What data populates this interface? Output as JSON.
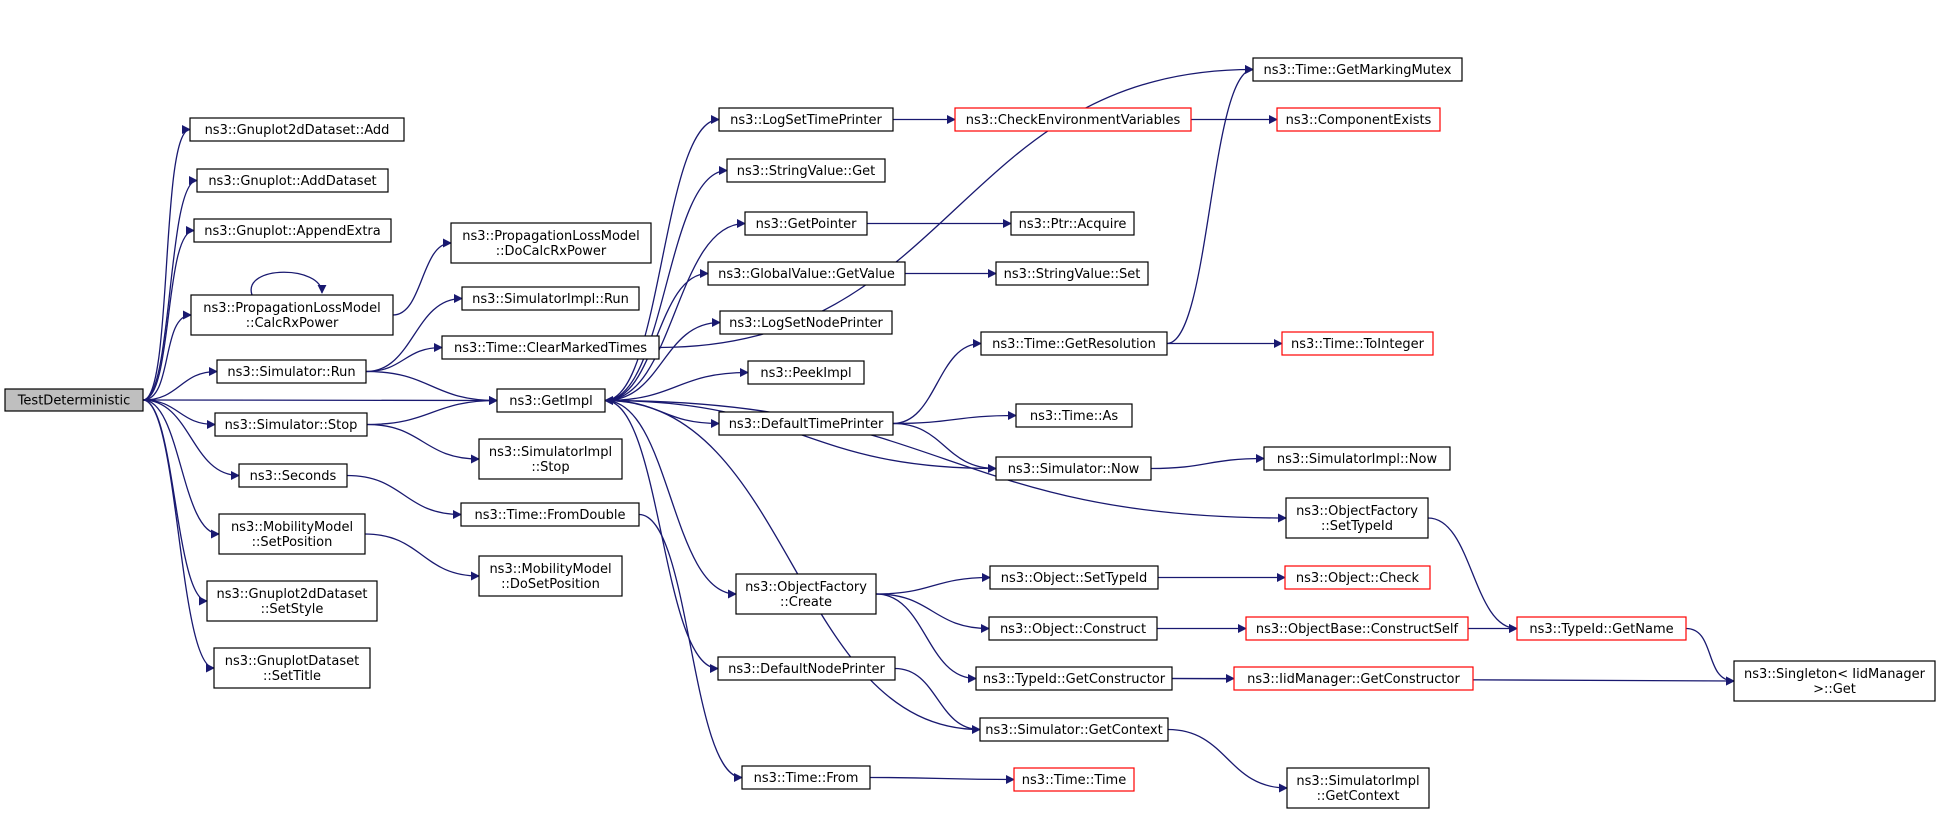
{
  "colors": {
    "edge": "#191970",
    "node_border": "#000000",
    "node_border_truncated": "#ff0000",
    "node_fill": "#ffffff",
    "root_fill": "#bfbfbf"
  },
  "nodes": [
    {
      "id": "root",
      "lines": [
        "TestDeterministic"
      ],
      "kind": "root"
    },
    {
      "id": "gp2dAdd",
      "lines": [
        "ns3::Gnuplot2dDataset::Add"
      ],
      "kind": "normal"
    },
    {
      "id": "gpAddDataset",
      "lines": [
        "ns3::Gnuplot::AddDataset"
      ],
      "kind": "normal"
    },
    {
      "id": "gpAppendExtra",
      "lines": [
        "ns3::Gnuplot::AppendExtra"
      ],
      "kind": "normal"
    },
    {
      "id": "calcRx",
      "lines": [
        "ns3::PropagationLossModel",
        "::CalcRxPower"
      ],
      "kind": "normal"
    },
    {
      "id": "simRun",
      "lines": [
        "ns3::Simulator::Run"
      ],
      "kind": "normal"
    },
    {
      "id": "simStop",
      "lines": [
        "ns3::Simulator::Stop"
      ],
      "kind": "normal"
    },
    {
      "id": "seconds",
      "lines": [
        "ns3::Seconds"
      ],
      "kind": "normal"
    },
    {
      "id": "mmSetPos",
      "lines": [
        "ns3::MobilityModel",
        "::SetPosition"
      ],
      "kind": "normal"
    },
    {
      "id": "gp2dSetStyle",
      "lines": [
        "ns3::Gnuplot2dDataset",
        "::SetStyle"
      ],
      "kind": "normal"
    },
    {
      "id": "gpdSetTitle",
      "lines": [
        "ns3::GnuplotDataset",
        "::SetTitle"
      ],
      "kind": "normal"
    },
    {
      "id": "doCalcRx",
      "lines": [
        "ns3::PropagationLossModel",
        "::DoCalcRxPower"
      ],
      "kind": "normal"
    },
    {
      "id": "simImplRun",
      "lines": [
        "ns3::SimulatorImpl::Run"
      ],
      "kind": "normal"
    },
    {
      "id": "clearMarked",
      "lines": [
        "ns3::Time::ClearMarkedTimes"
      ],
      "kind": "normal"
    },
    {
      "id": "getImpl",
      "lines": [
        "ns3::GetImpl"
      ],
      "kind": "normal"
    },
    {
      "id": "simImplStop",
      "lines": [
        "ns3::SimulatorImpl",
        "::Stop"
      ],
      "kind": "normal"
    },
    {
      "id": "fromDouble",
      "lines": [
        "ns3::Time::FromDouble"
      ],
      "kind": "normal"
    },
    {
      "id": "mmDoSetPos",
      "lines": [
        "ns3::MobilityModel",
        "::DoSetPosition"
      ],
      "kind": "normal"
    },
    {
      "id": "logSetTime",
      "lines": [
        "ns3::LogSetTimePrinter"
      ],
      "kind": "normal"
    },
    {
      "id": "strValGet",
      "lines": [
        "ns3::StringValue::Get"
      ],
      "kind": "normal"
    },
    {
      "id": "getPointer",
      "lines": [
        "ns3::GetPointer"
      ],
      "kind": "normal"
    },
    {
      "id": "gvGetValue",
      "lines": [
        "ns3::GlobalValue::GetValue"
      ],
      "kind": "normal"
    },
    {
      "id": "logSetNode",
      "lines": [
        "ns3::LogSetNodePrinter"
      ],
      "kind": "normal"
    },
    {
      "id": "peekImpl",
      "lines": [
        "ns3::PeekImpl"
      ],
      "kind": "normal"
    },
    {
      "id": "defTimePrinter",
      "lines": [
        "ns3::DefaultTimePrinter"
      ],
      "kind": "normal"
    },
    {
      "id": "ofCreate",
      "lines": [
        "ns3::ObjectFactory",
        "::Create"
      ],
      "kind": "normal"
    },
    {
      "id": "defNodePrinter",
      "lines": [
        "ns3::DefaultNodePrinter"
      ],
      "kind": "normal"
    },
    {
      "id": "timeFrom",
      "lines": [
        "ns3::Time::From"
      ],
      "kind": "normal"
    },
    {
      "id": "checkEnv",
      "lines": [
        "ns3::CheckEnvironmentVariables"
      ],
      "kind": "truncated"
    },
    {
      "id": "ptrAcquire",
      "lines": [
        "ns3::Ptr::Acquire"
      ],
      "kind": "normal"
    },
    {
      "id": "strValSet",
      "lines": [
        "ns3::StringValue::Set"
      ],
      "kind": "normal"
    },
    {
      "id": "getResolution",
      "lines": [
        "ns3::Time::GetResolution"
      ],
      "kind": "normal"
    },
    {
      "id": "timeAs",
      "lines": [
        "ns3::Time::As"
      ],
      "kind": "normal"
    },
    {
      "id": "simNow",
      "lines": [
        "ns3::Simulator::Now"
      ],
      "kind": "normal"
    },
    {
      "id": "objSetTypeId",
      "lines": [
        "ns3::Object::SetTypeId"
      ],
      "kind": "normal"
    },
    {
      "id": "objConstruct",
      "lines": [
        "ns3::Object::Construct"
      ],
      "kind": "normal"
    },
    {
      "id": "tidGetCtor",
      "lines": [
        "ns3::TypeId::GetConstructor"
      ],
      "kind": "normal"
    },
    {
      "id": "simGetContext",
      "lines": [
        "ns3::Simulator::GetContext"
      ],
      "kind": "normal"
    },
    {
      "id": "timeTime",
      "lines": [
        "ns3::Time::Time"
      ],
      "kind": "truncated"
    },
    {
      "id": "getMarkingMutex",
      "lines": [
        "ns3::Time::GetMarkingMutex"
      ],
      "kind": "normal"
    },
    {
      "id": "compExists",
      "lines": [
        "ns3::ComponentExists"
      ],
      "kind": "truncated"
    },
    {
      "id": "toInteger",
      "lines": [
        "ns3::Time::ToInteger"
      ],
      "kind": "truncated"
    },
    {
      "id": "simImplNow",
      "lines": [
        "ns3::SimulatorImpl::Now"
      ],
      "kind": "normal"
    },
    {
      "id": "ofSetTypeId",
      "lines": [
        "ns3::ObjectFactory",
        "::SetTypeId"
      ],
      "kind": "normal"
    },
    {
      "id": "objCheck",
      "lines": [
        "ns3::Object::Check"
      ],
      "kind": "truncated"
    },
    {
      "id": "objBaseCtorSelf",
      "lines": [
        "ns3::ObjectBase::ConstructSelf"
      ],
      "kind": "truncated"
    },
    {
      "id": "iidGetCtor",
      "lines": [
        "ns3::IidManager::GetConstructor"
      ],
      "kind": "truncated"
    },
    {
      "id": "simImplGetContext",
      "lines": [
        "ns3::SimulatorImpl",
        "::GetContext"
      ],
      "kind": "normal"
    },
    {
      "id": "tidGetName",
      "lines": [
        "ns3::TypeId::GetName"
      ],
      "kind": "truncated"
    },
    {
      "id": "singletonGet",
      "lines": [
        "ns3::Singleton< IidManager",
        " >::Get"
      ],
      "kind": "normal"
    }
  ],
  "edges": [
    [
      "root",
      "gp2dAdd"
    ],
    [
      "root",
      "gpAddDataset"
    ],
    [
      "root",
      "gpAppendExtra"
    ],
    [
      "root",
      "calcRx"
    ],
    [
      "root",
      "simRun"
    ],
    [
      "root",
      "getImpl"
    ],
    [
      "root",
      "simStop"
    ],
    [
      "root",
      "seconds"
    ],
    [
      "root",
      "mmSetPos"
    ],
    [
      "root",
      "gp2dSetStyle"
    ],
    [
      "root",
      "gpdSetTitle"
    ],
    [
      "calcRx",
      "calcRx"
    ],
    [
      "calcRx",
      "doCalcRx"
    ],
    [
      "simRun",
      "simImplRun"
    ],
    [
      "simRun",
      "clearMarked"
    ],
    [
      "simRun",
      "getImpl"
    ],
    [
      "simStop",
      "getImpl"
    ],
    [
      "simStop",
      "simImplStop"
    ],
    [
      "seconds",
      "fromDouble"
    ],
    [
      "mmSetPos",
      "mmDoSetPos"
    ],
    [
      "fromDouble",
      "timeFrom"
    ],
    [
      "clearMarked",
      "getMarkingMutex"
    ],
    [
      "getImpl",
      "logSetTime"
    ],
    [
      "getImpl",
      "strValGet"
    ],
    [
      "getImpl",
      "getPointer"
    ],
    [
      "getImpl",
      "gvGetValue"
    ],
    [
      "getImpl",
      "logSetNode"
    ],
    [
      "getImpl",
      "peekImpl"
    ],
    [
      "getImpl",
      "defTimePrinter"
    ],
    [
      "getImpl",
      "ofCreate"
    ],
    [
      "getImpl",
      "defNodePrinter"
    ],
    [
      "getImpl",
      "ofSetTypeId"
    ],
    [
      "logSetTime",
      "checkEnv"
    ],
    [
      "checkEnv",
      "compExists"
    ],
    [
      "getPointer",
      "ptrAcquire"
    ],
    [
      "gvGetValue",
      "strValSet"
    ],
    [
      "defTimePrinter",
      "getResolution"
    ],
    [
      "defTimePrinter",
      "timeAs"
    ],
    [
      "defTimePrinter",
      "simNow"
    ],
    [
      "getResolution",
      "getMarkingMutex"
    ],
    [
      "getResolution",
      "toInteger"
    ],
    [
      "simNow",
      "getImpl"
    ],
    [
      "simNow",
      "simImplNow"
    ],
    [
      "ofCreate",
      "objSetTypeId"
    ],
    [
      "ofCreate",
      "objConstruct"
    ],
    [
      "ofCreate",
      "tidGetCtor"
    ],
    [
      "objSetTypeId",
      "objCheck"
    ],
    [
      "objConstruct",
      "objBaseCtorSelf"
    ],
    [
      "objBaseCtorSelf",
      "tidGetName"
    ],
    [
      "ofSetTypeId",
      "tidGetName"
    ],
    [
      "tidGetName",
      "singletonGet"
    ],
    [
      "tidGetCtor",
      "iidGetCtor"
    ],
    [
      "tidGetCtor",
      "singletonGet"
    ],
    [
      "defNodePrinter",
      "simGetContext"
    ],
    [
      "simGetContext",
      "getImpl"
    ],
    [
      "simGetContext",
      "simImplGetContext"
    ],
    [
      "timeFrom",
      "timeTime"
    ]
  ]
}
